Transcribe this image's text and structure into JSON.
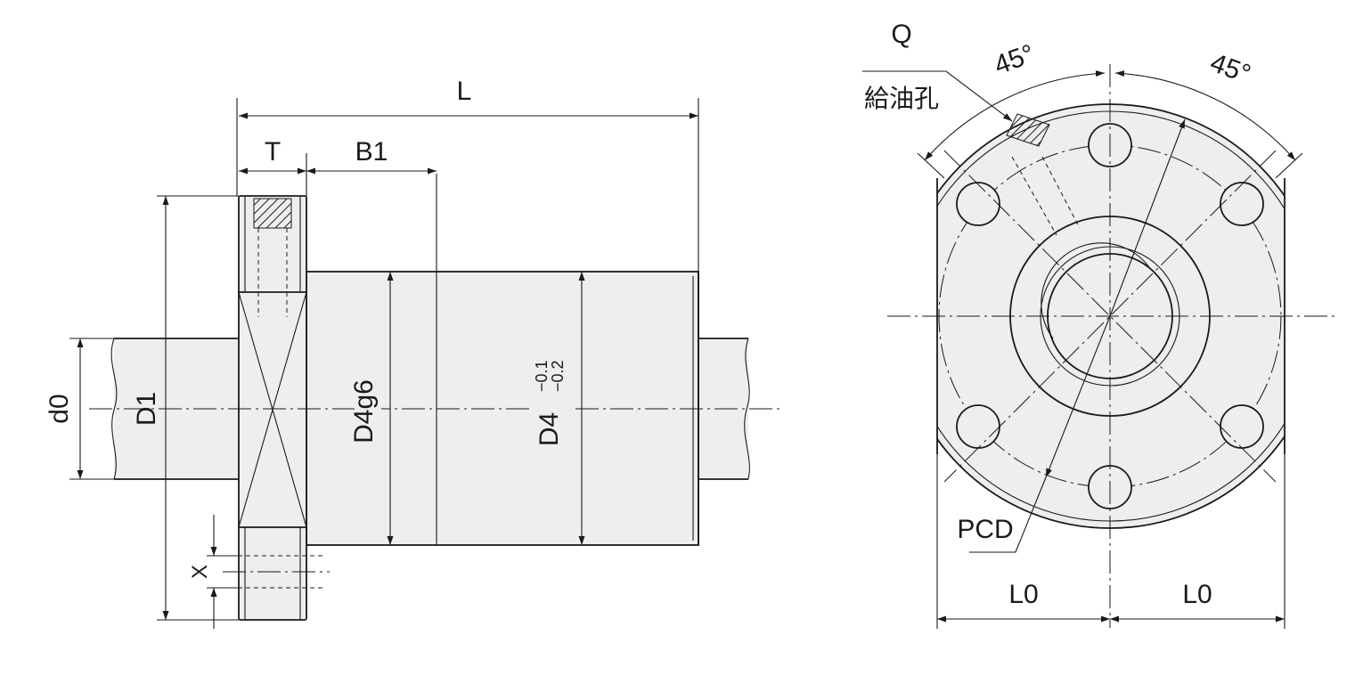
{
  "labels": {
    "L": "L",
    "T": "T",
    "B1": "B1",
    "d0": "d0",
    "D1": "D1",
    "D4g6": "D4g6",
    "D4_base": "D4",
    "D4_upper_tol": "−0.1",
    "D4_lower_tol": "−0.2",
    "X": "X",
    "Q": "Q",
    "oil_hole": "給油孔",
    "angle_left": "45°",
    "angle_right": "45°",
    "PCD": "PCD",
    "L0_left": "L0",
    "L0_right": "L0"
  },
  "colors": {
    "line": "#1a1a1a",
    "fill": "#eeeeee",
    "background": "#ffffff"
  }
}
